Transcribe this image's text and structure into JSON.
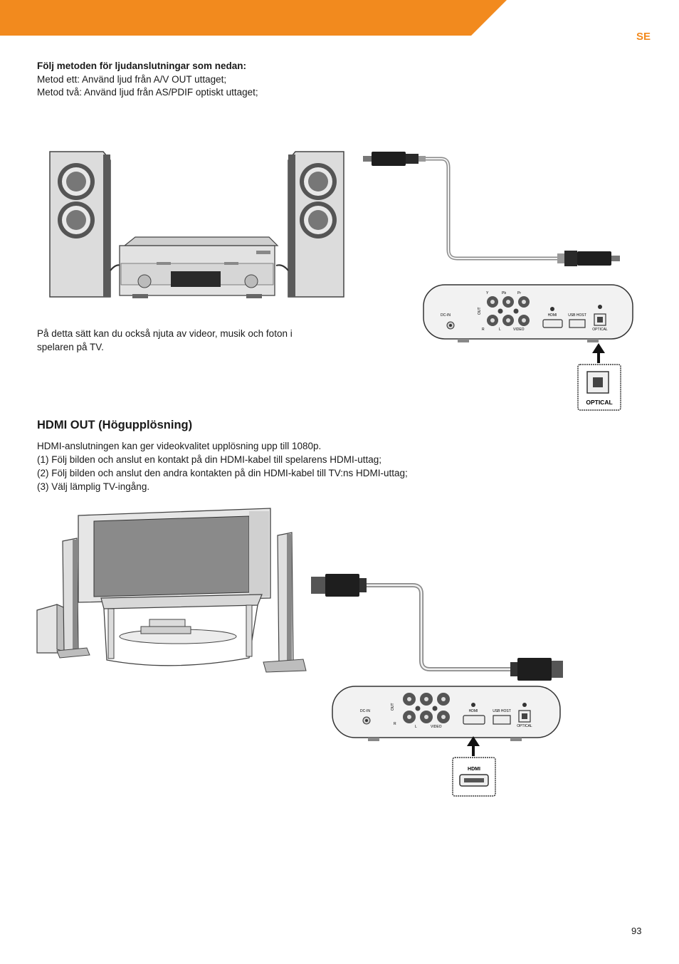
{
  "header": {
    "lang_code": "SE",
    "accent_color": "#f28a1e"
  },
  "intro": {
    "heading": "Följ metoden för ljudanslutningar som nedan:",
    "line1": "Metod ett: Använd ljud från A/V OUT uttaget;",
    "line2": "Metod två: Använd ljud från AS/PDIF optiskt uttaget;"
  },
  "caption1": {
    "line1": "På detta sätt kan du också njuta av videor, musik och foton i",
    "line2": "spelaren på TV."
  },
  "device_labels": {
    "dc_in": "DC-IN",
    "out": "OUT",
    "hdmi": "HDMI",
    "usb_host": "USB HOST",
    "optical": "OPTICAL",
    "video": "VIDEO",
    "y": "Y",
    "pb": "Pb",
    "pr": "Pr",
    "r": "R",
    "l": "L"
  },
  "callout1": {
    "label": "OPTICAL"
  },
  "section": {
    "title": "HDMI OUT (Högupplösning)",
    "line1": "HDMI-anslutningen kan ger videokvalitet upplösning upp till 1080p.",
    "line2": "(1) Följ bilden och anslut en kontakt på din HDMI-kabel till spelarens HDMI-uttag;",
    "line3": "(2) Följ bilden och anslut den andra kontakten på din HDMI-kabel till TV:ns HDMI-uttag;",
    "line4": "(3) Välj lämplig TV-ingång."
  },
  "callout2": {
    "label": "HDMI"
  },
  "footer": {
    "page_number": "93"
  }
}
